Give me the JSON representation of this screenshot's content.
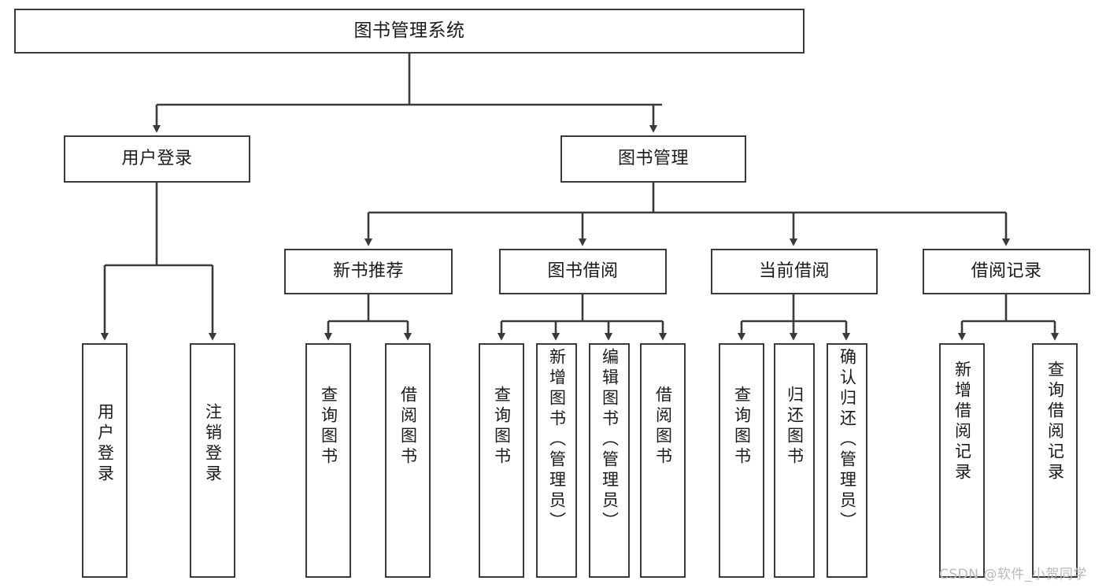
{
  "diagram": {
    "type": "tree",
    "title": "图书管理系统",
    "watermark": "CSDN @软件_小贺同学",
    "colors": {
      "stroke": "#3a3a3a",
      "fill": "#ffffff",
      "text": "#1a1a1a",
      "watermark": "#b9b9b9"
    },
    "nodes": {
      "root": {
        "label": "图书管理系统"
      },
      "level1": [
        {
          "label": "用户登录"
        },
        {
          "label": "图书管理"
        }
      ],
      "level2": [
        {
          "label": "新书推荐"
        },
        {
          "label": "图书借阅"
        },
        {
          "label": "当前借阅"
        },
        {
          "label": "借阅记录"
        }
      ],
      "leaves": {
        "user_login": [
          {
            "label": "用户登录"
          },
          {
            "label": "注销登录"
          }
        ],
        "new_book": [
          {
            "label": "查询图书"
          },
          {
            "label": "借阅图书"
          }
        ],
        "borrow": [
          {
            "label": "查询图书"
          },
          {
            "label": "新增图书（管理员）"
          },
          {
            "label": "编辑图书（管理员）"
          },
          {
            "label": "借阅图书"
          }
        ],
        "current": [
          {
            "label": "查询图书"
          },
          {
            "label": "归还图书"
          },
          {
            "label": "确认归还（管理员）"
          }
        ],
        "records": [
          {
            "label": "新增借阅记录"
          },
          {
            "label": "查询借阅记录"
          }
        ]
      }
    }
  }
}
